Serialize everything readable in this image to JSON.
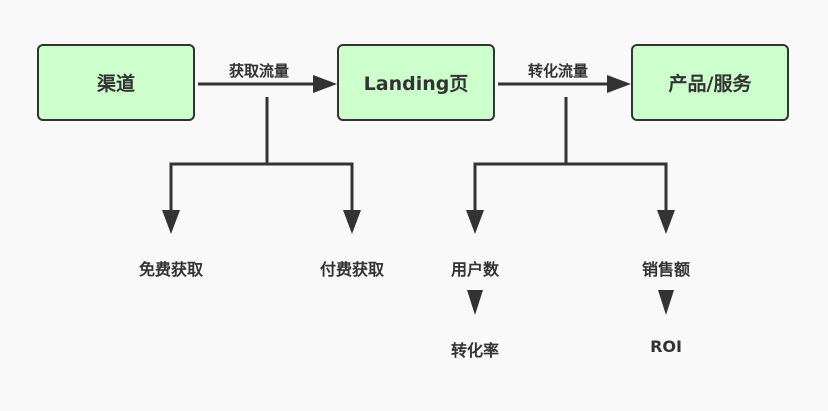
{
  "colors": {
    "node_fill": "#ccffcc",
    "stroke": "#333333",
    "background": "#f9f9f9"
  },
  "nodes": {
    "channel": "渠道",
    "landing": "Landing页",
    "product": "产品/服务"
  },
  "edges": {
    "acquire": "获取流量",
    "convert": "转化流量"
  },
  "leaves": {
    "free": "免费获取",
    "paid": "付费获取",
    "users": "用户数",
    "conversion_rate": "转化率",
    "sales": "销售额",
    "roi": "ROI"
  }
}
